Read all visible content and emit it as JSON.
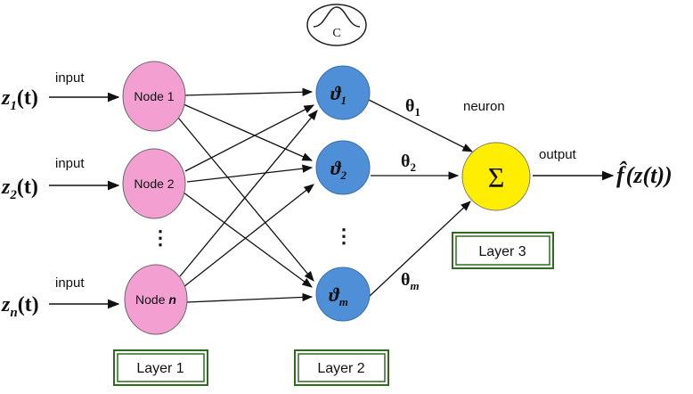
{
  "gaussian_box": {
    "label": "C"
  },
  "inputs": [
    {
      "var": "z",
      "sub": "1",
      "arg": "(t)",
      "label": "input"
    },
    {
      "var": "z",
      "sub": "2",
      "arg": "(t)",
      "label": "input"
    },
    {
      "var": "z",
      "sub": "n",
      "arg": "(t)",
      "label": "input"
    }
  ],
  "layer1": {
    "label": "Layer 1",
    "nodes": [
      {
        "text": "Node 1",
        "italic": ""
      },
      {
        "text": "Node 2",
        "italic": ""
      },
      {
        "text": "Node ",
        "italic": "n"
      }
    ],
    "ellipsis": "⋮"
  },
  "layer2": {
    "label": "Layer 2",
    "nodes": [
      {
        "sym": "ϑ",
        "sub": "1"
      },
      {
        "sym": "ϑ",
        "sub": "2"
      },
      {
        "sym": "ϑ",
        "sub": "m"
      }
    ],
    "ellipsis": "⋮"
  },
  "weights": [
    {
      "sym": "θ",
      "sub": "1"
    },
    {
      "sym": "θ",
      "sub": "2"
    },
    {
      "sym": "θ",
      "sub": "m"
    }
  ],
  "layer3": {
    "label": "Layer 3",
    "neuron_label": "neuron",
    "sum_symbol": "Σ",
    "output_label": "output",
    "output_expr": {
      "hat": "f̂",
      "rest": "(z(t))"
    }
  },
  "colors": {
    "layer1_fill": "#f39fd2",
    "layer2_fill": "#4f8fd8",
    "layer3_fill": "#ffee00",
    "box_border": "#2f6b1f"
  }
}
